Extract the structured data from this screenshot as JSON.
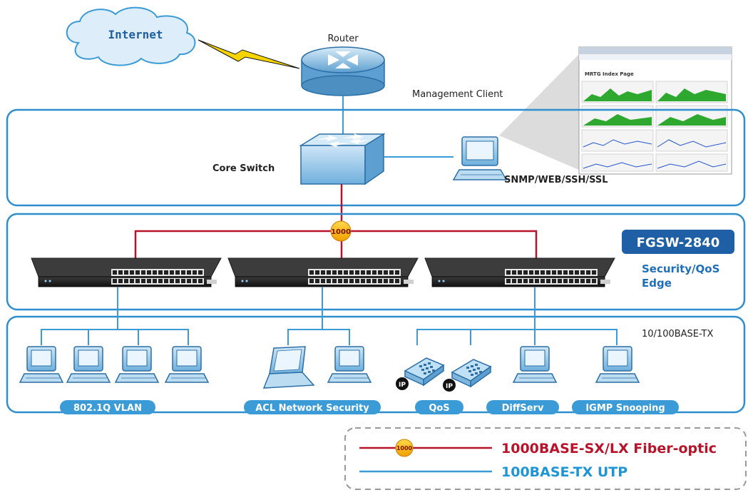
{
  "labels": {
    "internet": "Internet",
    "router": "Router",
    "management_client": "Management Client",
    "core_switch": "Core Switch",
    "snmp": "SNMP/WEB/SSH/SSL",
    "model": "FGSW-2840",
    "security_line1": "Security/QoS",
    "security_line2": "Edge",
    "base_tx": "10/100BASE-TX",
    "badge_1000": "1000",
    "ip_badge": "IP"
  },
  "feature_tags": [
    "802.1Q VLAN",
    "ACL Network Security",
    "QoS",
    "DiffServ",
    "IGMP Snooping"
  ],
  "screenshot_title": "MRTG Index Page",
  "legend": {
    "fiber_badge": "1000",
    "fiber_label": "1000BASE-SX/LX Fiber-optic",
    "utp_label": "100BASE-TX UTP",
    "fiber_color": "#b8132a",
    "utp_color": "#3a9bd6"
  }
}
